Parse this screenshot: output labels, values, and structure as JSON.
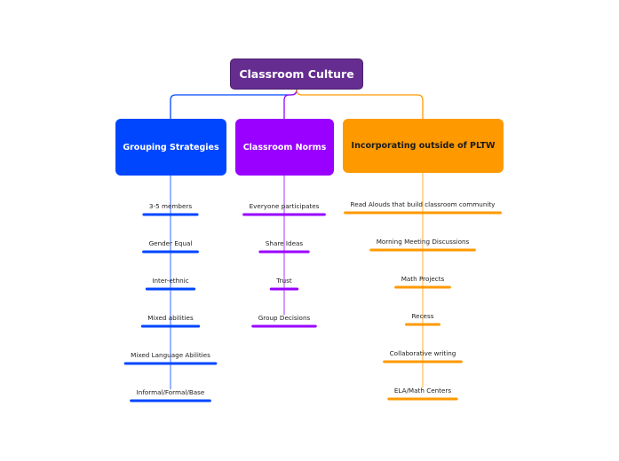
{
  "root": {
    "label": "Classroom Culture",
    "color": "#662d91"
  },
  "branches": [
    {
      "label": "Grouping Strategies",
      "color": "#0046ff",
      "leaves": [
        "3-5 members",
        "Gender Equal",
        "Inter-ethnic",
        "Mixed abilities",
        "Mixed Language Abilities",
        "Informal/Formal/Base"
      ]
    },
    {
      "label": "Classroom Norms",
      "color": "#9900ff",
      "leaves": [
        "Everyone participates",
        "Share Ideas",
        "Trust",
        "Group Decisions"
      ]
    },
    {
      "label": "Incorporating outside of PLTW",
      "color": "#ff9900",
      "leaves": [
        "Read Alouds that build classroom community",
        "Morning Meeting Discussions",
        "Math Projects",
        "Recess",
        "Collaborative writing",
        "ELA/Math Centers"
      ]
    }
  ]
}
